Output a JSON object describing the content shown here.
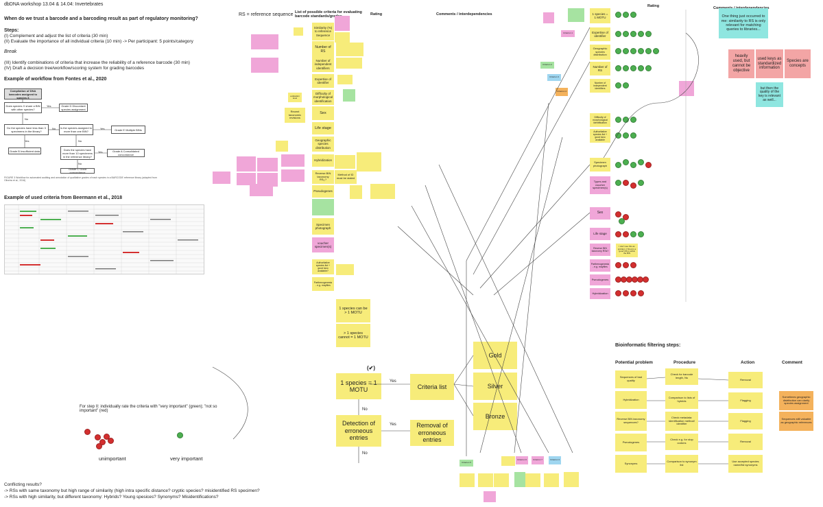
{
  "board": {
    "title": "dbDNA workshop 13.04 & 14.04: Invertebrates",
    "question": "When do we trust a barcode and a barcoding result as part of regulatory monitoring?",
    "steps_label": "Steps:",
    "step1": "(I) Complement and adjust the list of criteria (30 min)",
    "step2": "(II) Evaluate the importance of all individual criteria (10 min) -> Per participant: 5 points/category",
    "break_label": "Break",
    "step3": "(III) Identify combinations of criteria that increase the reliability of a reference barcode (30 min)",
    "step4": "(IV) Draft a decision tree/workflow/scoring system for grading barcodes",
    "fontes_title": "Example of workflow from Fontes et al., 2020",
    "beermann_title": "Example of used criteria from Beermann et al., 2018",
    "rs_label": "RS = reference sequence",
    "criteria_title": "List of possible criteria for evaluating barcode standards/grades",
    "rating_header_mid": "Rating",
    "comments_header_mid": "Comments / interdependencies",
    "rating_header_right": "Rating",
    "comments_header_right": "Comments / interdependencies"
  },
  "fontes": {
    "compilation": "Compilation of DNA barcodes assigned to species X",
    "q1": "Does species X share a BIN with other species?",
    "yes": "Yes",
    "no": "No",
    "gradeD": "Grade D Discordant species assignment",
    "q2": "Do the species have less than 3 specimens in the library?",
    "q3": "Is the species assigned to more than one BIN?",
    "gradeE": "Grade E Multiple BINs",
    "gradeB": "Grade B Insufficient data",
    "q4": "Does the species have more than 10 specimens in the reference library?",
    "gradeA": "Grade A Consolidated concordance",
    "gradeC": "Grade C Good concordance",
    "caption": "FIGURE 3 Workflow for automated auditing and annotation of qualitative grades of each species in a BARCODE reference library (adapted from Oliveira et al., 2016)"
  },
  "criteria": {
    "similarity": "Similarity (%) to reference Sequence",
    "number_rs": "Number of RS",
    "independent_ids": "Number of independent identifiers",
    "expertise": "Expertise of identifier",
    "difficulty": "Difficulty of morphological identification",
    "sex": "Sex",
    "life_stage": "Life stage",
    "geo_distribution": "Geographic species distribution",
    "hybridization": "Hybridization",
    "reverse_bin": "Reverse BIN taxonomy RS¿?",
    "method_id": "Method of ID must be stated",
    "pseudogenes": "Pseudogenes",
    "specimen_photo": "Specimen photograph",
    "voucher": "voucher specimen(s)",
    "authoritative": "Authoritative species list + good taxo available?",
    "parthenogenesis": "Parthenogenesis - e.g. mayflies",
    "recent_revisions": "Recent taxonomic revisions",
    "evaluation_level": "evaluation level"
  },
  "rating_list": {
    "motu": "1 species = 1 MOTU",
    "expertise": "Expertise of identifier",
    "geo": "Geographic species distribution",
    "number_rs": "Number of RS",
    "independent": "Number of independent identifiers",
    "difficulty": "Difficulty of morphological identification",
    "authoritative": "Authoritative species list + good taxo available",
    "specimen_photo": "Specimen photograph",
    "types_voucher": "Types and voucher specimen(s)",
    "sex": "Sex",
    "life_stage": "Life stage",
    "reverse_bin": "Reverse BIN taxonomy RSs?",
    "parthenogenesis": "Parthenogenesis - e.g. mayflies",
    "pseudogenes": "Pseudogenes",
    "hybridization": "Hybridization",
    "bin_note": "I don't see this as problem, if there's a 'good' RS is within the BIN"
  },
  "comments": {
    "thing": "One thing just occurred to me: similarity to RS is only relevant for matching queries to libraries...",
    "heavily": "heavily used, but cannot be objective",
    "used_keys": "used keys as standardized information",
    "species_concepts": "Species are concepts",
    "quality_key": "but then the quality of the key is relevant as well..."
  },
  "decision": {
    "motu_a": "1 species can be > 1 MOTU",
    "motu_b": "> 1 species cannot = 1 MOTU",
    "motu_main": "1 species = 1 MOTU",
    "yes": "Yes",
    "no": "No",
    "criteria_list": "Criteria list",
    "detection": "Detection of erroneous entries",
    "removal": "Removal of erroneous entries",
    "gold": "Gold",
    "silver": "Silver",
    "bronze": "Bronze",
    "check": "(✔)"
  },
  "bioinf": {
    "title": "Bioinformatic filtering steps:",
    "col_problem": "Potential problem",
    "col_procedure": "Procedure",
    "col_action": "Action",
    "col_comment": "Comment",
    "rows": [
      {
        "problem": "Sequences of bad quality",
        "procedure": "Check for barcode length, Ns",
        "action": "Removal"
      },
      {
        "problem": "Hybridization",
        "procedure": "Comparison to lists of hybrids",
        "action": "Flagging"
      },
      {
        "problem": "Reverse BIN taxonomy sequences?",
        "procedure": "Check metadata: identification method/ identifier",
        "action": "Flagging"
      },
      {
        "problem": "Pseudogenes",
        "procedure": "Check e.g. for stop codons",
        "action": "Removal"
      },
      {
        "problem": "Synonyms",
        "procedure": "Comparison to synonym list",
        "action": "Use accepted species name/list synonyms"
      }
    ],
    "comment1": "Sometimes geographic distribution can clarify species assignment",
    "comment2": "Sequences still valuable as geographic references"
  },
  "legend": {
    "instruction": "For step II: individually rate the criteria with \"very important\" (green); \"not so important\" (red)",
    "unimportant": "unimportant",
    "very_important": "very important"
  },
  "conflicting": {
    "title": "Conflicting results?",
    "line1": "-> RSs with same taxonomy but high range of similarity (high intra specific distance? cryptic species? misidentified RS specimen?",
    "line2": "-> RSs with high similarity, but different taxonomy: Hybrids? Young spesices? Synonyms? Misidentifications?"
  },
  "criteria_tags": [
    "Criterion 1",
    "Criterion 2",
    "Criterion 3",
    "Criterion 4",
    "Criterion 5",
    "Criterion 6",
    "Criterion 7"
  ],
  "colors": {
    "yellow": "#f7ec7a",
    "pink": "#f0a6d8",
    "salmon": "#f3a5a5",
    "green": "#a6e3a1",
    "blue": "#9fd6f0",
    "orange": "#f4b25c",
    "cyan": "#8fe6e0",
    "dot_green": "#4caf50",
    "dot_red": "#d32f2f"
  }
}
